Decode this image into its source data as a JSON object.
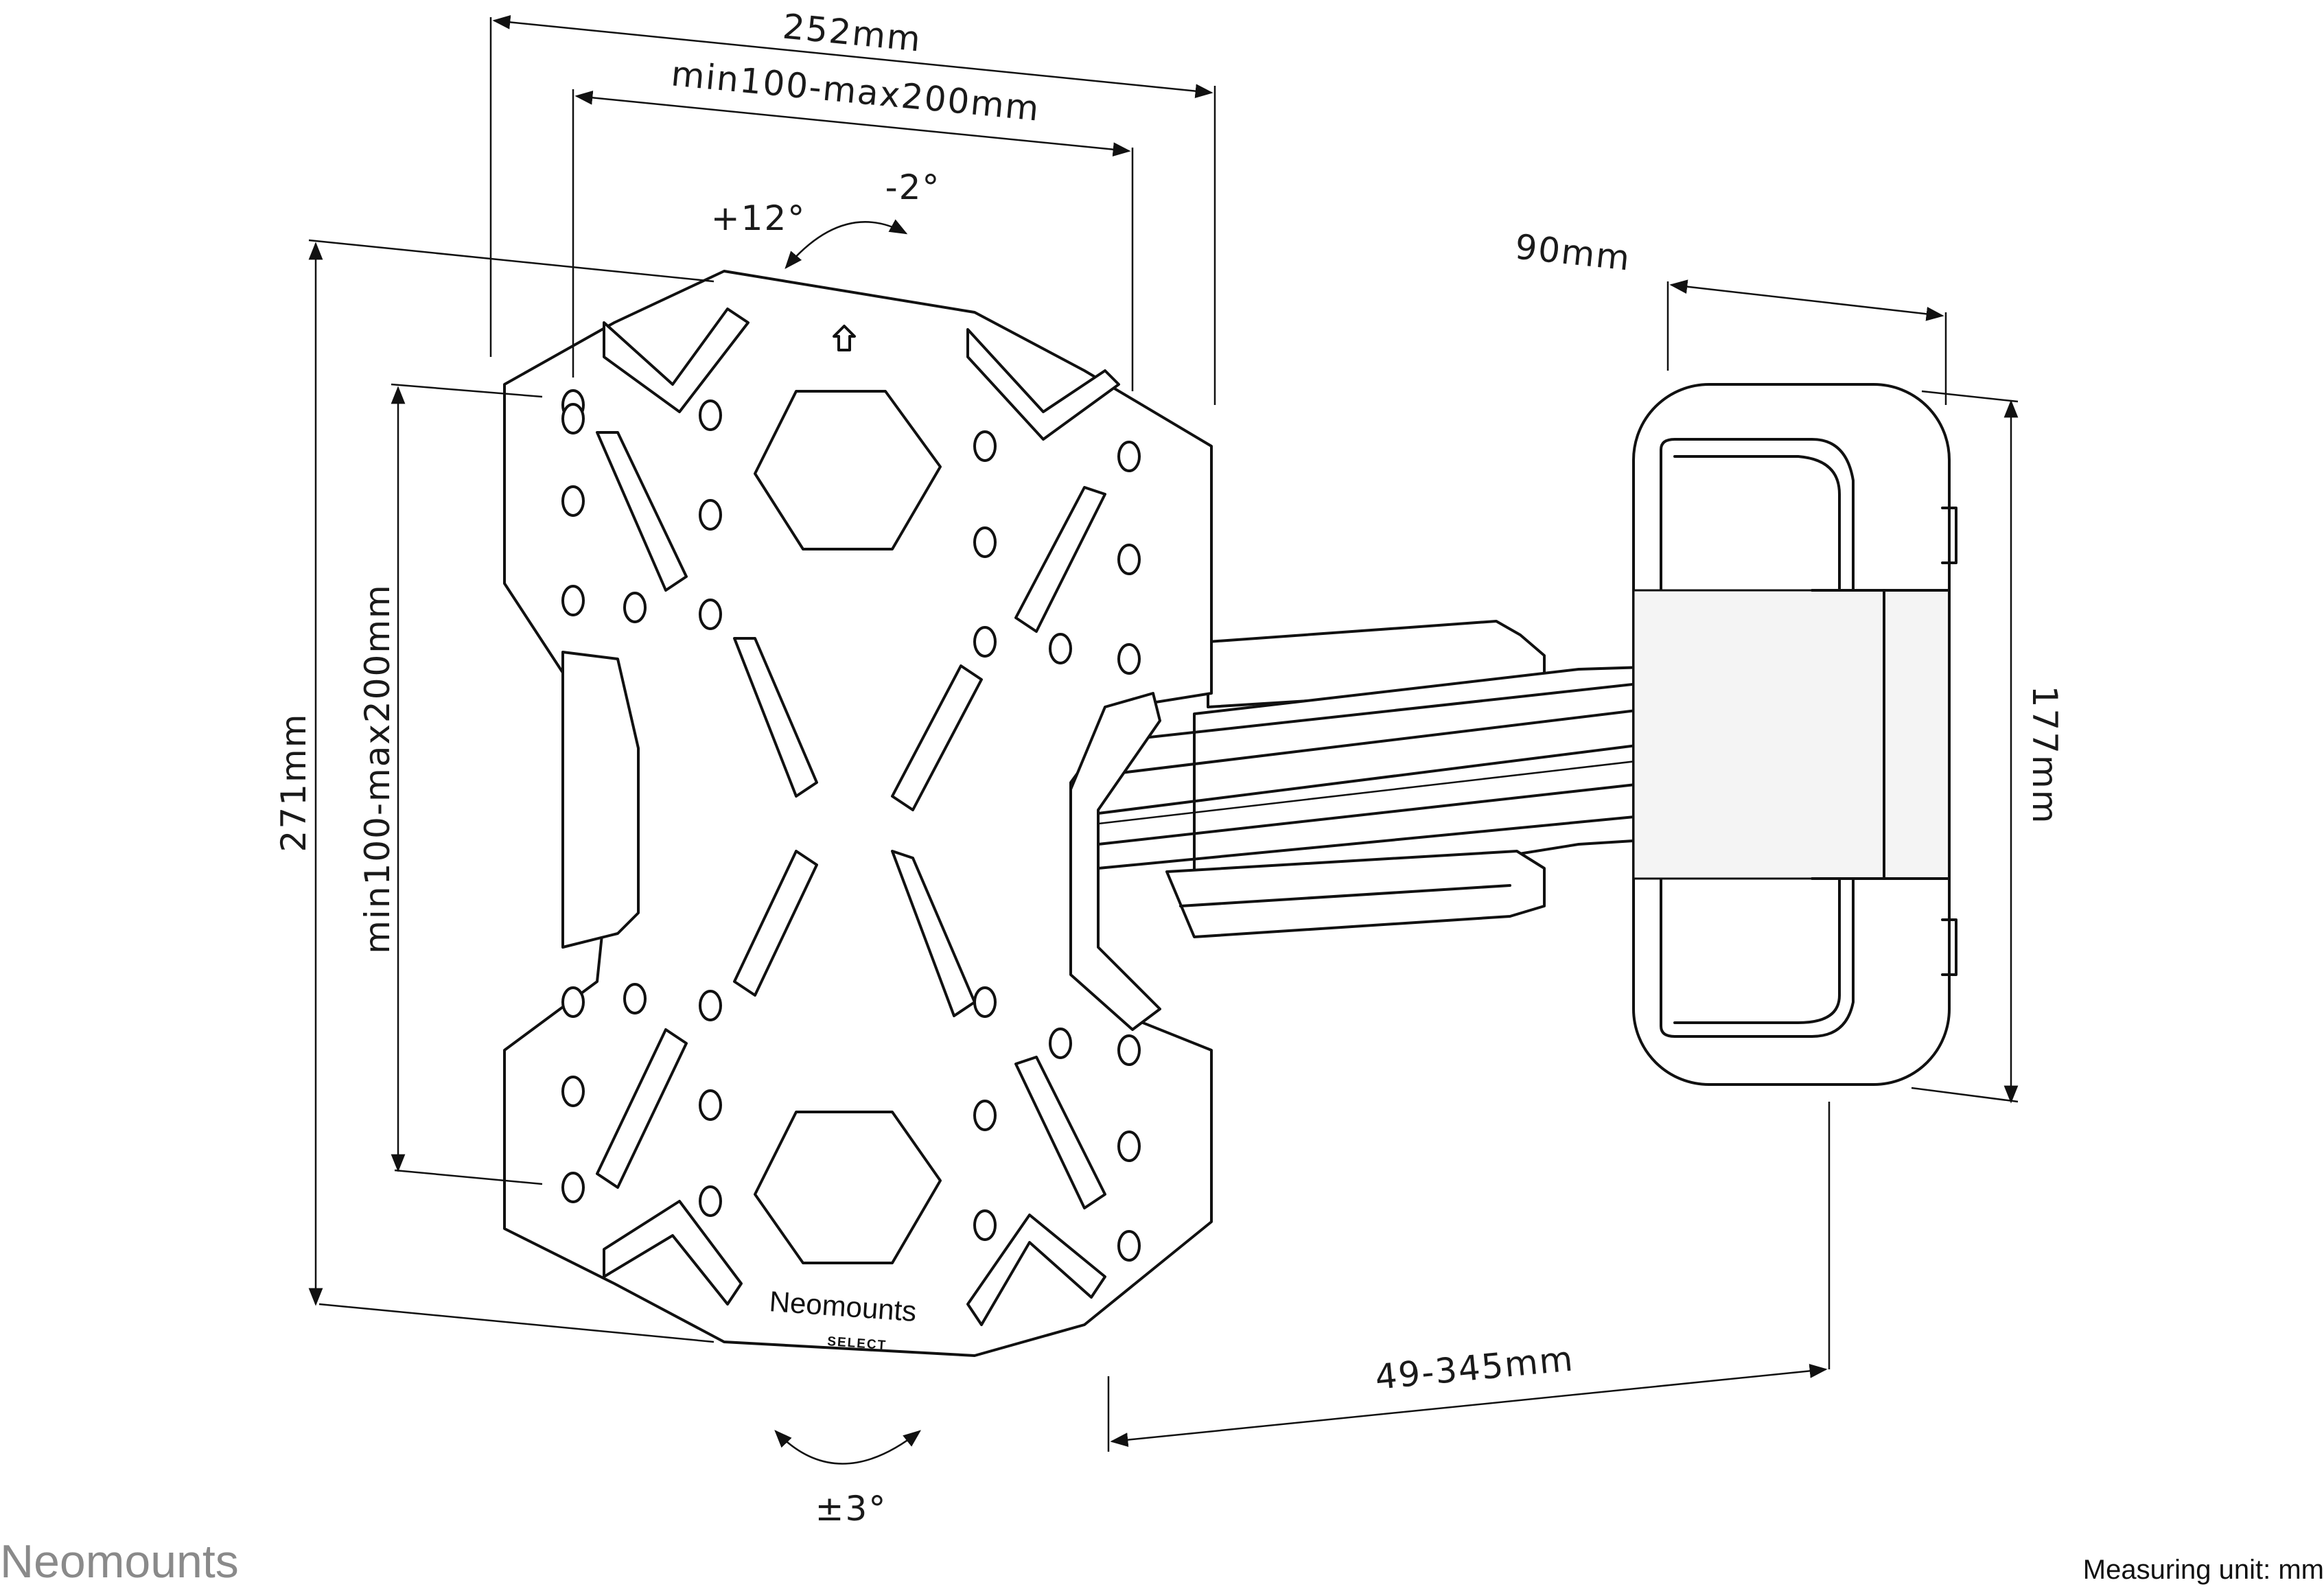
{
  "brand": "Neomounts",
  "measuring_unit": "Measuring unit: mm",
  "plate_logo": {
    "name": "Neomounts",
    "sub": "SELECT"
  },
  "dimensions": {
    "width_total": "252mm",
    "vesa_horizontal": "min100-max200mm",
    "height_total": "271mm",
    "vesa_vertical": "min100-max200mm",
    "arm_depth": "90mm",
    "wall_plate_height": "177mm",
    "extension": "49-345mm"
  },
  "angles": {
    "tilt_up": "+12°",
    "tilt_down": "-2°",
    "rotation": "±3°"
  }
}
